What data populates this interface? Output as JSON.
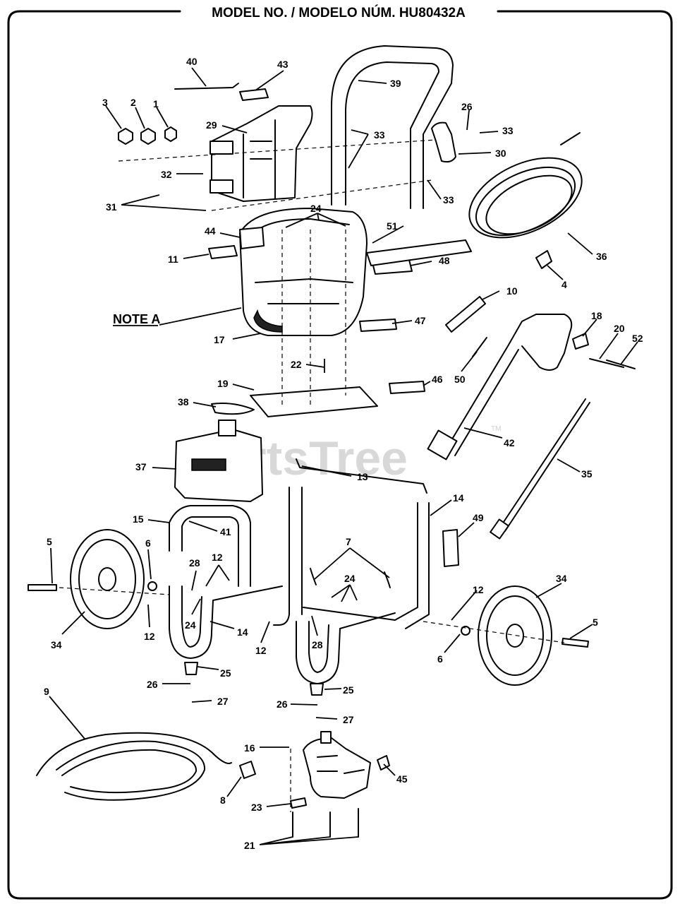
{
  "header": {
    "title": "MODEL NO. / MODELO NÚM. HU80432A"
  },
  "watermark": {
    "text": "PartsTree",
    "tm": "TM"
  },
  "note": "NOTE A",
  "callouts": {
    "c1": "1",
    "c2": "2",
    "c3": "3",
    "c40": "40",
    "c43": "43",
    "c29": "29",
    "c32": "32",
    "c31": "31",
    "c39": "39",
    "c26a": "26",
    "c33a": "33",
    "c33b": "33",
    "c30": "30",
    "c33c": "33",
    "c36": "36",
    "c24a": "24",
    "c44": "44",
    "c51": "51",
    "c11": "11",
    "c48": "48",
    "c4": "4",
    "c10": "10",
    "c47": "47",
    "c17": "17",
    "c18": "18",
    "c20": "20",
    "c52": "52",
    "c22": "22",
    "c50": "50",
    "c19": "19",
    "c46": "46",
    "c38": "38",
    "c42": "42",
    "c37": "37",
    "c13": "13",
    "c35": "35",
    "c14a": "14",
    "c15": "15",
    "c41": "41",
    "c49": "49",
    "c5a": "5",
    "c6a": "6",
    "c28a": "28",
    "c12a": "12",
    "c7": "7",
    "c24b": "24",
    "c12b": "12",
    "c34a": "34",
    "c24c": "24",
    "c14b": "14",
    "c12c": "12",
    "c28b": "28",
    "c12d": "12",
    "c34b": "34",
    "c5b": "5",
    "c6b": "6",
    "c25a": "25",
    "c26b": "26",
    "c27a": "27",
    "c25b": "25",
    "c26c": "26",
    "c27b": "27",
    "c9": "9",
    "c16": "16",
    "c45": "45",
    "c8": "8",
    "c23": "23",
    "c21": "21"
  }
}
